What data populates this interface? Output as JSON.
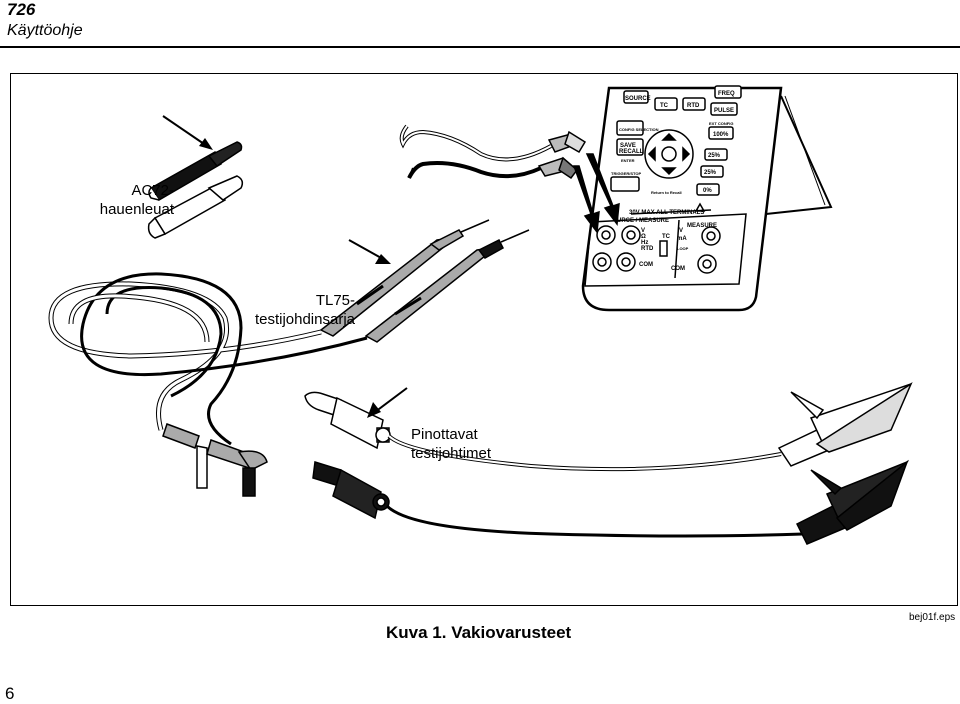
{
  "header": {
    "doc_number": "726",
    "doc_subtitle": "Käyttöohje"
  },
  "figure": {
    "labels": {
      "ac72_line1": "AC72-",
      "ac72_line2": "hauenleuat",
      "tl75_line1": "TL75-",
      "tl75_line2": "testijohdinsarja",
      "stack_line1": "Pinottavat",
      "stack_line2": "testijohtimet"
    },
    "device": {
      "buttons": [
        "SOURCE",
        "TC",
        "RTD",
        "FREQ",
        "PULSE",
        "CONFIG SELECTION",
        "EXT CONFIG",
        "100%",
        "25%",
        "25%",
        "SAVE",
        "RECALL",
        "ENTER",
        "TRIGGER/STOP",
        "0%",
        "Return to Recall"
      ],
      "warning": "30V MAX ALL TERMINALS",
      "source_measure": "URCE / MEASURE",
      "measure": "MEASURE",
      "terminal_labels": [
        "V",
        "Ω",
        "Hz",
        "RTD",
        "TC",
        "V",
        "mA",
        "LOOP",
        "COM",
        "COM"
      ]
    },
    "file_ref": "bej01f.eps",
    "caption": "Kuva 1. Vakiovarusteet"
  },
  "page_number": "6"
}
